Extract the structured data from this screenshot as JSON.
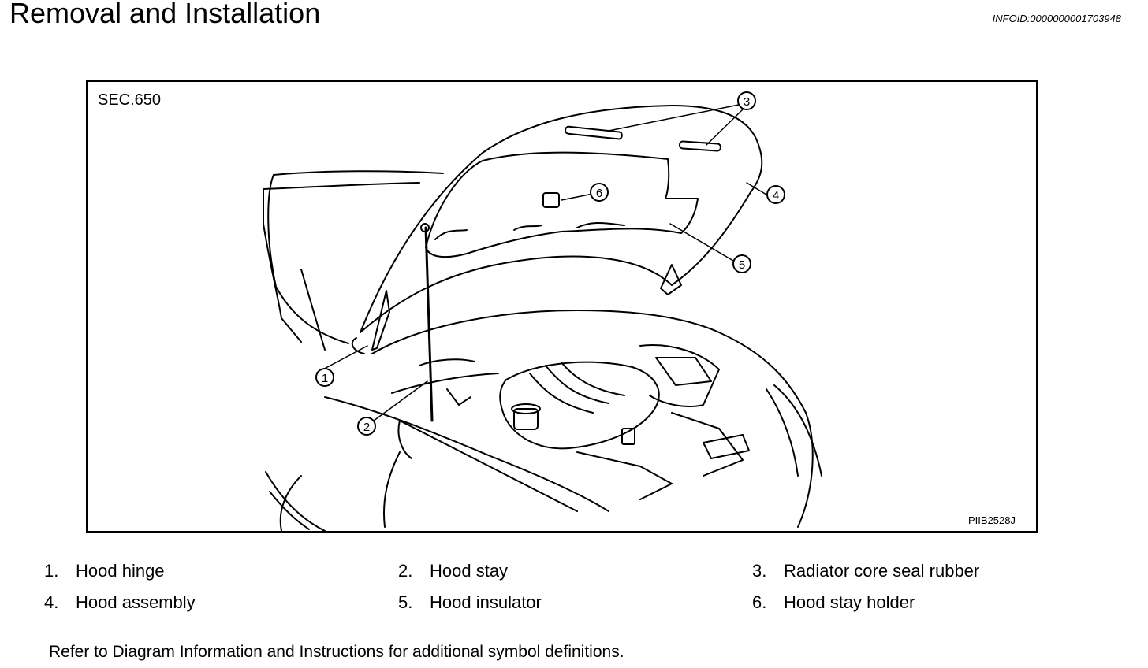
{
  "header": {
    "title": "Removal and Installation",
    "infoid": "INFOID:0000000001703948"
  },
  "figure": {
    "section_label": "SEC.650",
    "figure_code": "PIIB2528J",
    "callouts": [
      "1",
      "2",
      "3",
      "4",
      "5",
      "6"
    ]
  },
  "legend": [
    {
      "num": "1.",
      "label": "Hood hinge"
    },
    {
      "num": "2.",
      "label": "Hood stay"
    },
    {
      "num": "3.",
      "label": "Radiator core seal rubber"
    },
    {
      "num": "4.",
      "label": "Hood assembly"
    },
    {
      "num": "5.",
      "label": "Hood insulator"
    },
    {
      "num": "6.",
      "label": "Hood stay holder"
    }
  ],
  "footnote": "Refer to Diagram Information and Instructions for additional symbol definitions."
}
